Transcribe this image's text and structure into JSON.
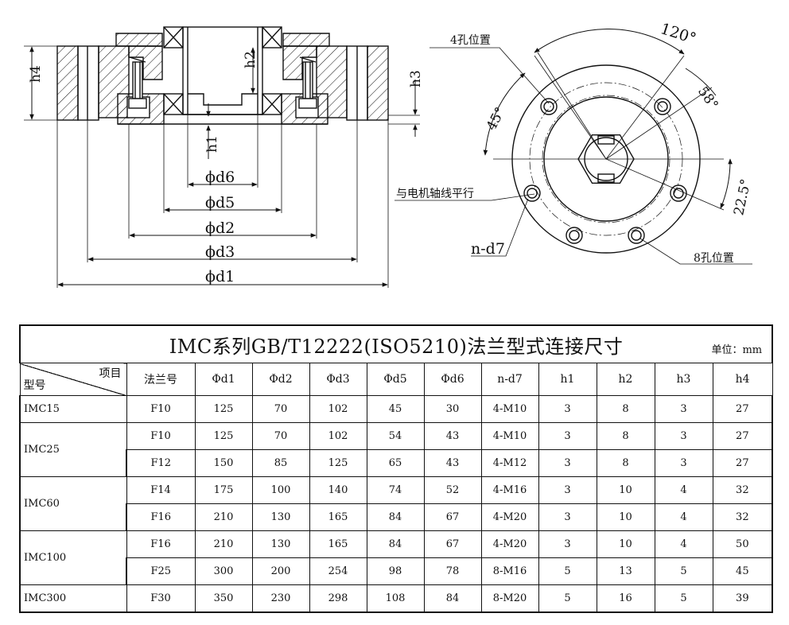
{
  "drawing": {
    "side_labels": {
      "h4": "h4",
      "h2": "h2",
      "h3": "h3",
      "h1": "h1"
    },
    "dim_labels": {
      "d6": "ϕd6",
      "d5": "ϕd5",
      "d2": "ϕd2",
      "d3": "ϕd3",
      "d1": "ϕd1"
    },
    "front_labels": {
      "hole4": "4孔位置",
      "angle120": "120°",
      "angle58": "58°",
      "angle45": "45°",
      "angle22": "22.5°",
      "parallel": "与电机轴线平行",
      "nd7": "n-d7",
      "hole8": "8孔位置"
    }
  },
  "table": {
    "title": "IMC系列GB/T12222(ISO5210)法兰型式连接尺寸",
    "unit": "单位：mm",
    "corner_top": "项目",
    "corner_bottom": "型号",
    "headers": [
      "法兰号",
      "Φd1",
      "Φd2",
      "Φd3",
      "Φd5",
      "Φd6",
      "n-d7",
      "h1",
      "h2",
      "h3",
      "h4"
    ],
    "groups": [
      {
        "model": "IMC15",
        "rows": [
          [
            "F10",
            "125",
            "70",
            "102",
            "45",
            "30",
            "4-M10",
            "3",
            "8",
            "3",
            "27"
          ]
        ]
      },
      {
        "model": "IMC25",
        "rows": [
          [
            "F10",
            "125",
            "70",
            "102",
            "54",
            "43",
            "4-M10",
            "3",
            "8",
            "3",
            "27"
          ],
          [
            "F12",
            "150",
            "85",
            "125",
            "65",
            "43",
            "4-M12",
            "3",
            "8",
            "3",
            "27"
          ]
        ]
      },
      {
        "model": "IMC60",
        "rows": [
          [
            "F14",
            "175",
            "100",
            "140",
            "74",
            "52",
            "4-M16",
            "3",
            "10",
            "4",
            "32"
          ],
          [
            "F16",
            "210",
            "130",
            "165",
            "84",
            "67",
            "4-M20",
            "3",
            "10",
            "4",
            "32"
          ]
        ]
      },
      {
        "model": "IMC100",
        "rows": [
          [
            "F16",
            "210",
            "130",
            "165",
            "84",
            "67",
            "4-M20",
            "3",
            "10",
            "4",
            "50"
          ],
          [
            "F25",
            "300",
            "200",
            "254",
            "98",
            "78",
            "8-M16",
            "5",
            "13",
            "5",
            "45"
          ]
        ]
      },
      {
        "model": "IMC300",
        "rows": [
          [
            "F30",
            "350",
            "230",
            "298",
            "108",
            "84",
            "8-M20",
            "5",
            "16",
            "5",
            "39"
          ]
        ]
      }
    ]
  }
}
